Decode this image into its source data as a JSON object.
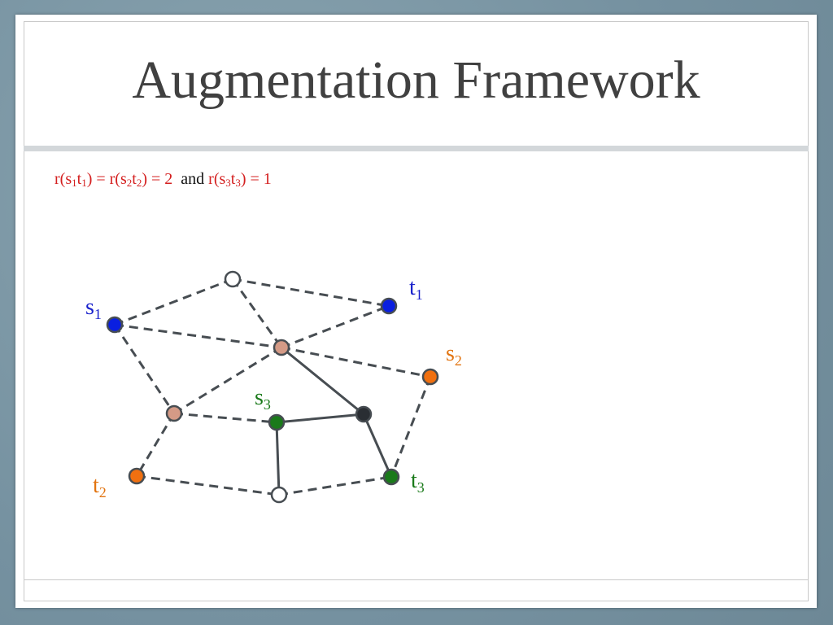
{
  "slide": {
    "title": "Augmentation Framework"
  },
  "formula": {
    "part1": {
      "r": "r(",
      "s": "s",
      "s_sub": "1",
      "t": "t",
      "t_sub": "1",
      "close": ")"
    },
    "eq1": " = ",
    "part2": {
      "r": "r(",
      "s": "s",
      "s_sub": "2",
      "t": "t",
      "t_sub": "2",
      "close": ")"
    },
    "eq2": " = 2",
    "connector": "and",
    "part3": {
      "r": "r(",
      "s": "s",
      "s_sub": "3",
      "t": "t",
      "t_sub": "3",
      "close": ")"
    },
    "eq3": " = 1"
  },
  "colors": {
    "blue": "#0a1fe0",
    "orange": "#f07010",
    "green": "#1a7a1a",
    "tan": "#d49a86",
    "dark": "#2a2e33",
    "white": "#ffffff",
    "edge": "#474d52",
    "label_blue": "#1a22cc",
    "label_orange": "#e27410",
    "label_green": "#1a7a1a"
  },
  "graph": {
    "nodes": [
      {
        "id": "top",
        "fill": "white"
      },
      {
        "id": "t1",
        "fill": "blue",
        "label": "t",
        "label_sub": "1",
        "label_color": "label_blue"
      },
      {
        "id": "s1",
        "fill": "blue",
        "label": "s",
        "label_sub": "1",
        "label_color": "label_blue"
      },
      {
        "id": "center",
        "fill": "tan"
      },
      {
        "id": "s2",
        "fill": "orange",
        "label": "s",
        "label_sub": "2",
        "label_color": "label_orange"
      },
      {
        "id": "left_mid",
        "fill": "tan"
      },
      {
        "id": "s3",
        "fill": "green",
        "label": "s",
        "label_sub": "3",
        "label_color": "label_green"
      },
      {
        "id": "dark",
        "fill": "dark"
      },
      {
        "id": "t2",
        "fill": "orange",
        "label": "t",
        "label_sub": "2",
        "label_color": "label_orange"
      },
      {
        "id": "bottom",
        "fill": "white"
      },
      {
        "id": "t3",
        "fill": "green",
        "label": "t",
        "label_sub": "3",
        "label_color": "label_green"
      }
    ],
    "edges": [
      {
        "from": "s1",
        "to": "top",
        "style": "dashed"
      },
      {
        "from": "top",
        "to": "t1",
        "style": "dashed"
      },
      {
        "from": "top",
        "to": "center",
        "style": "dashed"
      },
      {
        "from": "center",
        "to": "t1",
        "style": "dashed"
      },
      {
        "from": "s1",
        "to": "center",
        "style": "dashed"
      },
      {
        "from": "center",
        "to": "s2",
        "style": "dashed"
      },
      {
        "from": "s1",
        "to": "left_mid",
        "style": "dashed"
      },
      {
        "from": "center",
        "to": "left_mid",
        "style": "dashed"
      },
      {
        "from": "left_mid",
        "to": "s3",
        "style": "dashed"
      },
      {
        "from": "left_mid",
        "to": "t2",
        "style": "dashed"
      },
      {
        "from": "t2",
        "to": "bottom",
        "style": "dashed"
      },
      {
        "from": "bottom",
        "to": "t3",
        "style": "dashed"
      },
      {
        "from": "s2",
        "to": "t3",
        "style": "dashed"
      },
      {
        "from": "center",
        "to": "dark",
        "style": "solid"
      },
      {
        "from": "s3",
        "to": "dark",
        "style": "solid"
      },
      {
        "from": "dark",
        "to": "t3",
        "style": "solid"
      },
      {
        "from": "s3",
        "to": "bottom",
        "style": "solid"
      }
    ]
  }
}
